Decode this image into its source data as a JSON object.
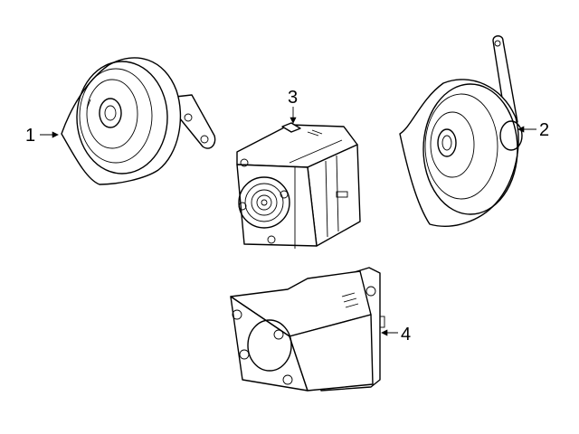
{
  "callouts": [
    {
      "label": "1",
      "part": "horn-left"
    },
    {
      "label": "2",
      "part": "horn-right"
    },
    {
      "label": "3",
      "part": "horn-module"
    },
    {
      "label": "4",
      "part": "mounting-bracket"
    }
  ],
  "colors": {
    "line": "#000000",
    "background": "#ffffff"
  }
}
